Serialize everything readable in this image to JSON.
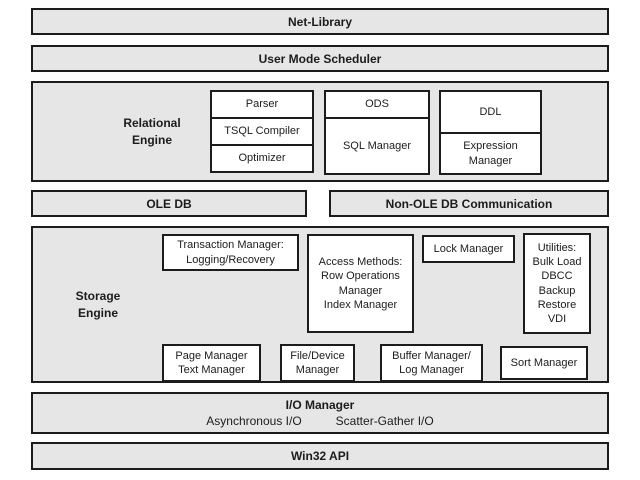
{
  "layers": {
    "net_library": "Net-Library",
    "user_mode_scheduler": "User Mode Scheduler",
    "ole_db": "OLE DB",
    "non_ole_db": "Non-OLE DB Communication",
    "win32_api": "Win32 API"
  },
  "relational_engine": {
    "label": "Relational\nEngine",
    "boxes": {
      "parser": "Parser",
      "tsql_compiler": "TSQL Compiler",
      "optimizer": "Optimizer",
      "ods": "ODS",
      "sql_manager": "SQL Manager",
      "ddl": "DDL",
      "expression_manager": "Expression\nManager"
    }
  },
  "storage_engine": {
    "label": "Storage\nEngine",
    "boxes": {
      "transaction_manager": "Transaction Manager:\nLogging/Recovery",
      "access_methods": "Access Methods:\nRow Operations\nManager\nIndex Manager",
      "lock_manager": "Lock Manager",
      "utilities": "Utilities:\nBulk Load\nDBCC\nBackup\nRestore\nVDI",
      "page_manager": "Page Manager\nText Manager",
      "file_device_manager": "File/Device\nManager",
      "buffer_manager": "Buffer Manager/\nLog Manager",
      "sort_manager": "Sort Manager"
    }
  },
  "io_manager": {
    "title": "I/O Manager",
    "async_io": "Asynchronous I/O",
    "scatter_gather_io": "Scatter-Gather I/O"
  },
  "colors": {
    "layer_fill": "#e6e6e6",
    "inner_fill": "#ffffff",
    "border": "#1c1c1c",
    "text": "#1c1c1c",
    "background": "#ffffff"
  }
}
